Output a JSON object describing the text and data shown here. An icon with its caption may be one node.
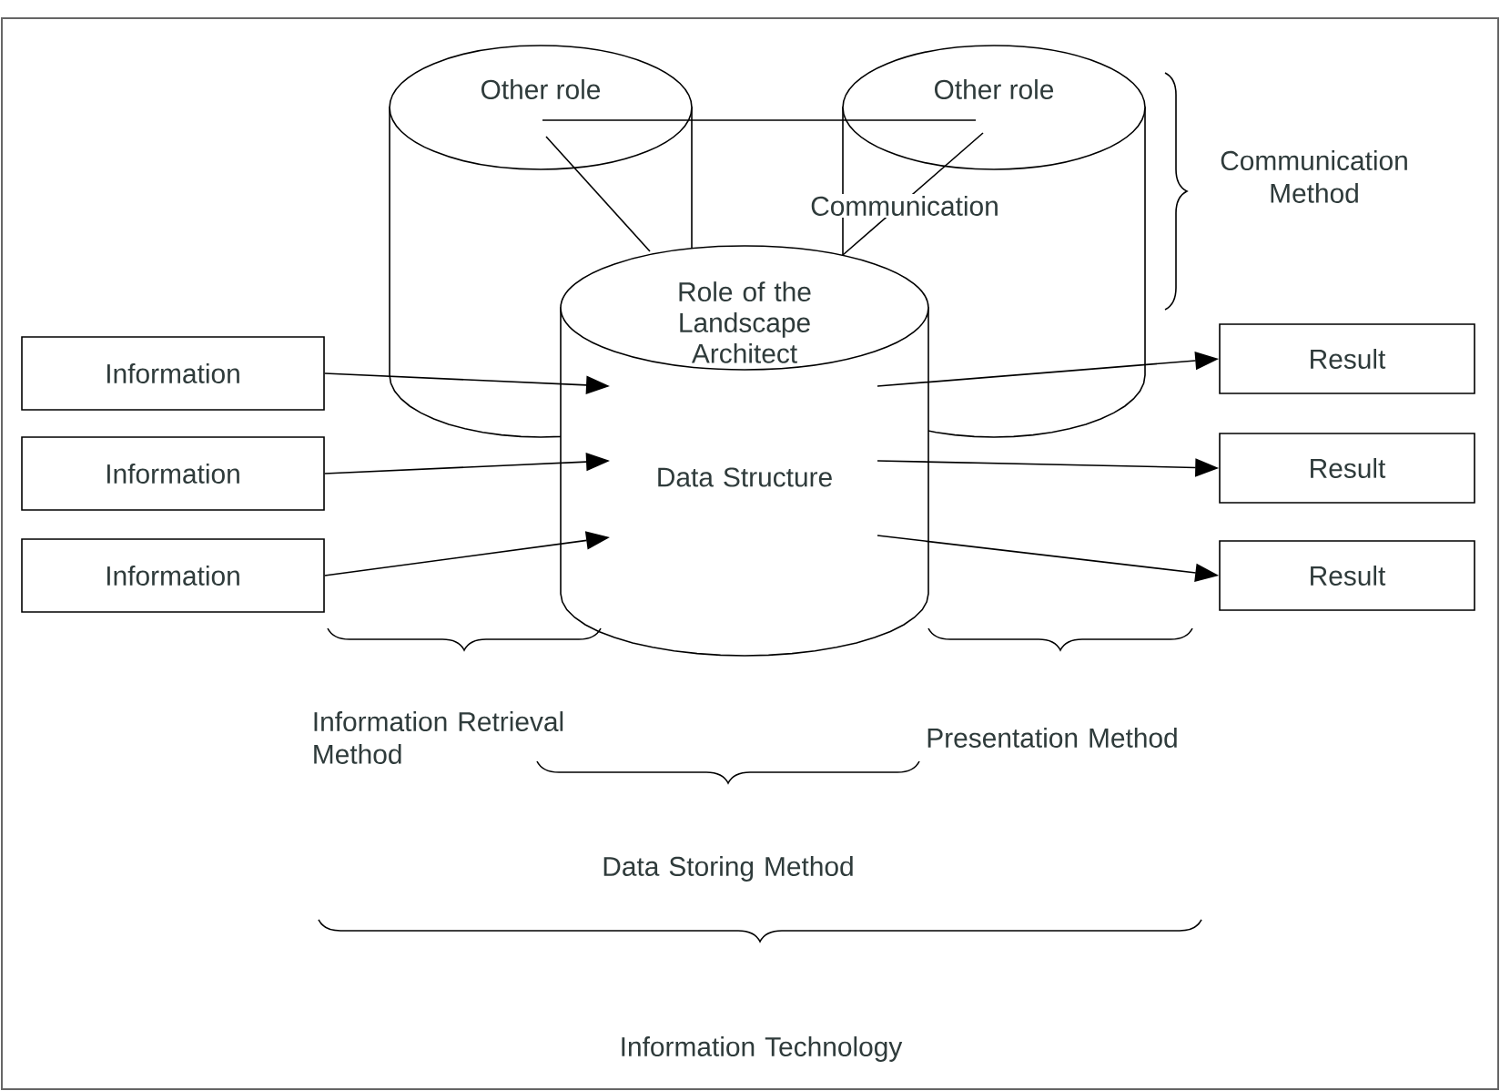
{
  "diagram": {
    "nodes": [
      {
        "text": [
          "Other role"
        ]
      },
      {
        "text": [
          "Other role"
        ]
      },
      {
        "text": [
          "Role of the Landscape Architect",
          "Data Structure"
        ]
      },
      {
        "text": [
          "Information"
        ]
      },
      {
        "text": [
          "Information"
        ]
      },
      {
        "text": [
          "Information"
        ]
      },
      {
        "text": [
          "Result"
        ]
      },
      {
        "text": [
          "Result"
        ]
      },
      {
        "text": [
          "Result"
        ]
      }
    ],
    "edges": [
      {
        "from": 0,
        "to": 1,
        "arrow": "none"
      },
      {
        "from": 0,
        "to": 2,
        "arrow": "none"
      },
      {
        "from": 1,
        "to": 2,
        "arrow": "none",
        "label": "Communication"
      },
      {
        "from": 3,
        "to": 2,
        "arrow": "to"
      },
      {
        "from": 4,
        "to": 2,
        "arrow": "to"
      },
      {
        "from": 5,
        "to": 2,
        "arrow": "to"
      },
      {
        "from": 2,
        "to": 6,
        "arrow": "to"
      },
      {
        "from": 2,
        "to": 7,
        "arrow": "to"
      },
      {
        "from": 2,
        "to": 8,
        "arrow": "to"
      }
    ],
    "labels": [
      "Communication Method",
      "Information Retrieval Method",
      "Presentation Method",
      "Data Storing Method",
      "Information Technology"
    ]
  }
}
